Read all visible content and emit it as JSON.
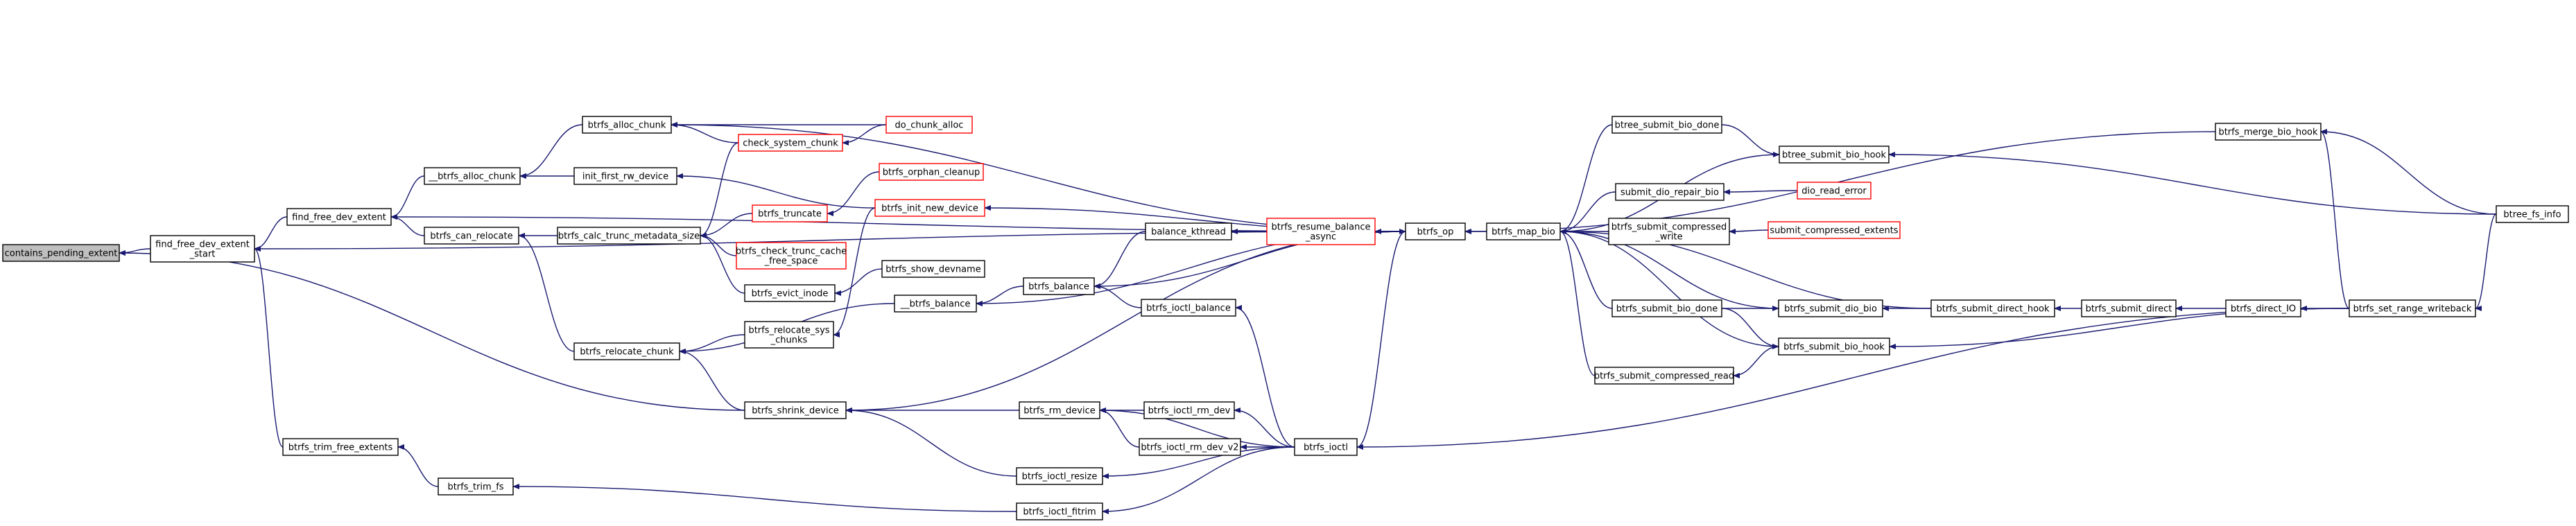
{
  "colors": {
    "edge": "#191970",
    "node_border": "#000000",
    "truncated_border": "#ff0000",
    "root_fill": "#bfbfbf",
    "node_fill": "#ffffff"
  },
  "nodes": [
    {
      "id": "contains_pending_extent",
      "lines": [
        "contains_pending_extent"
      ],
      "root": true,
      "truncated": false
    },
    {
      "id": "find_free_dev_extent_start",
      "lines": [
        "find_free_dev_extent",
        "_start"
      ],
      "truncated": false
    },
    {
      "id": "btrfs_trim_free_extents",
      "lines": [
        "btrfs_trim_free_extents"
      ],
      "truncated": false
    },
    {
      "id": "find_free_dev_extent",
      "lines": [
        "find_free_dev_extent"
      ],
      "truncated": false
    },
    {
      "id": "__btrfs_alloc_chunk",
      "lines": [
        "__btrfs_alloc_chunk"
      ],
      "truncated": false
    },
    {
      "id": "btrfs_can_relocate",
      "lines": [
        "btrfs_can_relocate"
      ],
      "truncated": false
    },
    {
      "id": "btrfs_alloc_chunk",
      "lines": [
        "btrfs_alloc_chunk"
      ],
      "truncated": false
    },
    {
      "id": "init_first_rw_device",
      "lines": [
        "init_first_rw_device"
      ],
      "truncated": false
    },
    {
      "id": "btrfs_calc_trunc_metadata_size",
      "lines": [
        "btrfs_calc_trunc_metadata_size"
      ],
      "truncated": false
    },
    {
      "id": "btrfs_relocate_chunk",
      "lines": [
        "btrfs_relocate_chunk"
      ],
      "truncated": false
    },
    {
      "id": "btrfs_shrink_device",
      "lines": [
        "btrfs_shrink_device"
      ],
      "truncated": false
    },
    {
      "id": "btrfs_trim_fs",
      "lines": [
        "btrfs_trim_fs"
      ],
      "truncated": false
    },
    {
      "id": "check_system_chunk",
      "lines": [
        "check_system_chunk"
      ],
      "truncated": true
    },
    {
      "id": "do_chunk_alloc",
      "lines": [
        "do_chunk_alloc"
      ],
      "truncated": true
    },
    {
      "id": "btrfs_orphan_cleanup",
      "lines": [
        "btrfs_orphan_cleanup"
      ],
      "truncated": true
    },
    {
      "id": "btrfs_truncate",
      "lines": [
        "btrfs_truncate"
      ],
      "truncated": true
    },
    {
      "id": "btrfs_init_new_device",
      "lines": [
        "btrfs_init_new_device"
      ],
      "truncated": true
    },
    {
      "id": "btrfs_check_trunc_cache_free_space",
      "lines": [
        "btrfs_check_trunc_cache",
        "_free_space"
      ],
      "truncated": true
    },
    {
      "id": "btrfs_show_devname",
      "lines": [
        "btrfs_show_devname"
      ],
      "truncated": false
    },
    {
      "id": "btrfs_evict_inode",
      "lines": [
        "btrfs_evict_inode"
      ],
      "truncated": false
    },
    {
      "id": "btrfs_relocate_sys_chunks",
      "lines": [
        "btrfs_relocate_sys",
        "_chunks"
      ],
      "truncated": false
    },
    {
      "id": "__btrfs_balance",
      "lines": [
        "__btrfs_balance"
      ],
      "truncated": false
    },
    {
      "id": "btrfs_balance",
      "lines": [
        "btrfs_balance"
      ],
      "truncated": false
    },
    {
      "id": "balance_kthread",
      "lines": [
        "balance_kthread"
      ],
      "truncated": false
    },
    {
      "id": "btrfs_ioctl_balance",
      "lines": [
        "btrfs_ioctl_balance"
      ],
      "truncated": false
    },
    {
      "id": "btrfs_resume_balance_async",
      "lines": [
        "btrfs_resume_balance",
        "_async"
      ],
      "truncated": true
    },
    {
      "id": "btrfs_rm_device",
      "lines": [
        "btrfs_rm_device"
      ],
      "truncated": false
    },
    {
      "id": "btrfs_ioctl_rm_dev",
      "lines": [
        "btrfs_ioctl_rm_dev"
      ],
      "truncated": false
    },
    {
      "id": "btrfs_ioctl_rm_dev_v2",
      "lines": [
        "btrfs_ioctl_rm_dev_v2"
      ],
      "truncated": false
    },
    {
      "id": "btrfs_ioctl_resize",
      "lines": [
        "btrfs_ioctl_resize"
      ],
      "truncated": false
    },
    {
      "id": "btrfs_ioctl_fitrim",
      "lines": [
        "btrfs_ioctl_fitrim"
      ],
      "truncated": false
    },
    {
      "id": "btrfs_ioctl",
      "lines": [
        "btrfs_ioctl"
      ],
      "truncated": false
    },
    {
      "id": "btrfs_op",
      "lines": [
        "btrfs_op"
      ],
      "truncated": false
    },
    {
      "id": "btrfs_map_bio",
      "lines": [
        "btrfs_map_bio"
      ],
      "truncated": false
    },
    {
      "id": "btree_submit_bio_done",
      "lines": [
        "btree_submit_bio_done"
      ],
      "truncated": false
    },
    {
      "id": "btree_submit_bio_hook",
      "lines": [
        "btree_submit_bio_hook"
      ],
      "truncated": false
    },
    {
      "id": "submit_dio_repair_bio",
      "lines": [
        "submit_dio_repair_bio"
      ],
      "truncated": false
    },
    {
      "id": "dio_read_error",
      "lines": [
        "dio_read_error"
      ],
      "truncated": true
    },
    {
      "id": "btrfs_submit_compressed_write",
      "lines": [
        "btrfs_submit_compressed",
        "_write"
      ],
      "truncated": false
    },
    {
      "id": "submit_compressed_extents",
      "lines": [
        "submit_compressed_extents"
      ],
      "truncated": true
    },
    {
      "id": "btrfs_submit_bio_done",
      "lines": [
        "btrfs_submit_bio_done"
      ],
      "truncated": false
    },
    {
      "id": "btrfs_submit_dio_bio",
      "lines": [
        "btrfs_submit_dio_bio"
      ],
      "truncated": false
    },
    {
      "id": "btrfs_submit_bio_hook",
      "lines": [
        "btrfs_submit_bio_hook"
      ],
      "truncated": false
    },
    {
      "id": "btrfs_submit_compressed_read",
      "lines": [
        "btrfs_submit_compressed_read"
      ],
      "truncated": false
    },
    {
      "id": "btrfs_submit_direct_hook",
      "lines": [
        "btrfs_submit_direct_hook"
      ],
      "truncated": false
    },
    {
      "id": "btrfs_submit_direct",
      "lines": [
        "btrfs_submit_direct"
      ],
      "truncated": false
    },
    {
      "id": "btrfs_direct_IO",
      "lines": [
        "btrfs_direct_IO"
      ],
      "truncated": false
    },
    {
      "id": "btrfs_merge_bio_hook",
      "lines": [
        "btrfs_merge_bio_hook"
      ],
      "truncated": false
    },
    {
      "id": "btrfs_set_range_writeback",
      "lines": [
        "btrfs_set_range_writeback"
      ],
      "truncated": false
    },
    {
      "id": "btree_fs_info",
      "lines": [
        "btree_fs_info"
      ],
      "truncated": false
    }
  ],
  "edges": [
    [
      "find_free_dev_extent_start",
      "contains_pending_extent"
    ],
    [
      "btrfs_shrink_device",
      "contains_pending_extent"
    ],
    [
      "find_free_dev_extent",
      "find_free_dev_extent_start"
    ],
    [
      "btrfs_trim_free_extents",
      "find_free_dev_extent_start"
    ],
    [
      "btrfs_op",
      "find_free_dev_extent_start"
    ],
    [
      "btrfs_trim_fs",
      "btrfs_trim_free_extents"
    ],
    [
      "btrfs_ioctl_fitrim",
      "btrfs_trim_fs"
    ],
    [
      "__btrfs_alloc_chunk",
      "find_free_dev_extent"
    ],
    [
      "btrfs_can_relocate",
      "find_free_dev_extent"
    ],
    [
      "btrfs_op",
      "find_free_dev_extent"
    ],
    [
      "btrfs_alloc_chunk",
      "__btrfs_alloc_chunk"
    ],
    [
      "init_first_rw_device",
      "__btrfs_alloc_chunk"
    ],
    [
      "check_system_chunk",
      "btrfs_alloc_chunk"
    ],
    [
      "do_chunk_alloc",
      "btrfs_alloc_chunk"
    ],
    [
      "btrfs_op",
      "btrfs_alloc_chunk"
    ],
    [
      "btrfs_init_new_device",
      "init_first_rw_device"
    ],
    [
      "btrfs_calc_trunc_metadata_size",
      "btrfs_can_relocate"
    ],
    [
      "btrfs_relocate_chunk",
      "btrfs_can_relocate"
    ],
    [
      "check_system_chunk",
      "btrfs_calc_trunc_metadata_size"
    ],
    [
      "btrfs_truncate",
      "btrfs_calc_trunc_metadata_size"
    ],
    [
      "btrfs_check_trunc_cache_free_space",
      "btrfs_calc_trunc_metadata_size"
    ],
    [
      "btrfs_evict_inode",
      "btrfs_calc_trunc_metadata_size"
    ],
    [
      "do_chunk_alloc",
      "check_system_chunk"
    ],
    [
      "btrfs_orphan_cleanup",
      "btrfs_truncate"
    ],
    [
      "btrfs_op",
      "btrfs_init_new_device"
    ],
    [
      "btrfs_show_devname",
      "btrfs_evict_inode"
    ],
    [
      "btrfs_relocate_sys_chunks",
      "btrfs_relocate_chunk"
    ],
    [
      "__btrfs_balance",
      "btrfs_relocate_chunk"
    ],
    [
      "btrfs_shrink_device",
      "btrfs_relocate_chunk"
    ],
    [
      "btrfs_init_new_device",
      "btrfs_relocate_sys_chunks"
    ],
    [
      "btrfs_balance",
      "__btrfs_balance"
    ],
    [
      "balance_kthread",
      "btrfs_balance"
    ],
    [
      "btrfs_ioctl_balance",
      "btrfs_balance"
    ],
    [
      "btrfs_op",
      "btrfs_balance"
    ],
    [
      "btrfs_resume_balance_async",
      "balance_kthread"
    ],
    [
      "btrfs_op",
      "btrfs_resume_balance_async"
    ],
    [
      "btrfs_ioctl",
      "btrfs_ioctl_balance"
    ],
    [
      "btrfs_rm_device",
      "btrfs_shrink_device"
    ],
    [
      "btrfs_ioctl_resize",
      "btrfs_shrink_device"
    ],
    [
      "btrfs_op",
      "btrfs_shrink_device"
    ],
    [
      "btrfs_op",
      "__btrfs_balance"
    ],
    [
      "btrfs_ioctl_rm_dev",
      "btrfs_rm_device"
    ],
    [
      "btrfs_ioctl_rm_dev_v2",
      "btrfs_rm_device"
    ],
    [
      "btrfs_ioctl",
      "btrfs_rm_device"
    ],
    [
      "btrfs_ioctl",
      "btrfs_ioctl_rm_dev"
    ],
    [
      "btrfs_ioctl",
      "btrfs_ioctl_rm_dev_v2"
    ],
    [
      "btrfs_ioctl",
      "btrfs_ioctl_resize"
    ],
    [
      "btrfs_ioctl",
      "btrfs_ioctl_fitrim"
    ],
    [
      "btrfs_ioctl",
      "btrfs_op"
    ],
    [
      "btrfs_set_range_writeback",
      "btrfs_ioctl"
    ],
    [
      "btrfs_map_bio",
      "btrfs_op"
    ],
    [
      "btrfs_merge_bio_hook",
      "btrfs_op"
    ],
    [
      "btree_submit_bio_done",
      "btrfs_map_bio"
    ],
    [
      "btree_submit_bio_hook",
      "btrfs_map_bio"
    ],
    [
      "submit_dio_repair_bio",
      "btrfs_map_bio"
    ],
    [
      "btrfs_submit_compressed_write",
      "btrfs_map_bio"
    ],
    [
      "btrfs_submit_bio_done",
      "btrfs_map_bio"
    ],
    [
      "btrfs_submit_dio_bio",
      "btrfs_map_bio"
    ],
    [
      "btrfs_submit_bio_hook",
      "btrfs_map_bio"
    ],
    [
      "btrfs_submit_compressed_read",
      "btrfs_map_bio"
    ],
    [
      "btrfs_submit_direct_hook",
      "btrfs_map_bio"
    ],
    [
      "btree_submit_bio_done",
      "btree_submit_bio_hook"
    ],
    [
      "btree_fs_info",
      "btree_submit_bio_hook"
    ],
    [
      "dio_read_error",
      "submit_dio_repair_bio"
    ],
    [
      "submit_compressed_extents",
      "btrfs_submit_compressed_write"
    ],
    [
      "btrfs_submit_direct_hook",
      "btrfs_submit_dio_bio"
    ],
    [
      "btrfs_submit_bio_done",
      "btrfs_submit_dio_bio"
    ],
    [
      "btrfs_submit_bio_done",
      "btrfs_submit_bio_hook"
    ],
    [
      "btrfs_set_range_writeback",
      "btrfs_submit_bio_hook"
    ],
    [
      "btrfs_submit_bio_hook",
      "btrfs_submit_compressed_read"
    ],
    [
      "btrfs_submit_direct",
      "btrfs_submit_direct_hook"
    ],
    [
      "btrfs_direct_IO",
      "btrfs_submit_direct"
    ],
    [
      "btrfs_set_range_writeback",
      "btrfs_direct_IO"
    ],
    [
      "btree_fs_info",
      "btrfs_merge_bio_hook"
    ],
    [
      "btrfs_set_range_writeback",
      "btrfs_merge_bio_hook"
    ],
    [
      "btree_fs_info",
      "btrfs_set_range_writeback"
    ]
  ]
}
